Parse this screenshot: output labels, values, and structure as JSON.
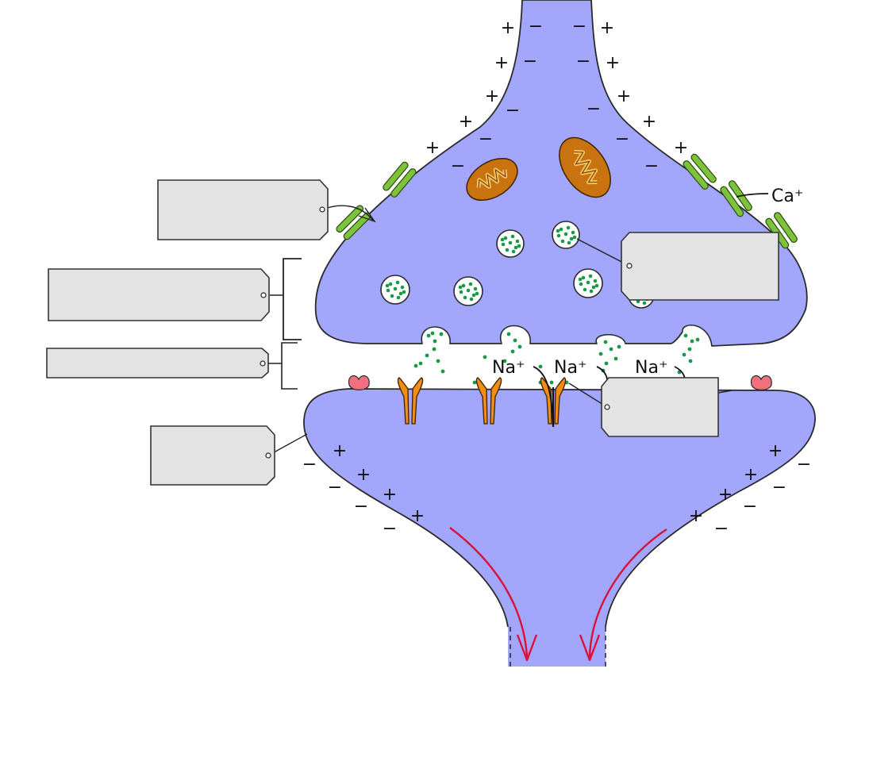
{
  "diagram": {
    "ion_labels": {
      "calcium": "Ca⁺",
      "sodium": [
        "Na⁺",
        "Na⁺",
        "Na⁺"
      ]
    },
    "signs": {
      "plus": "+",
      "minus": "−"
    },
    "label_tags": [
      {
        "id": "tag-1",
        "text": ""
      },
      {
        "id": "tag-2",
        "text": ""
      },
      {
        "id": "tag-3",
        "text": ""
      },
      {
        "id": "tag-4",
        "text": ""
      },
      {
        "id": "tag-5",
        "text": ""
      },
      {
        "id": "tag-6",
        "text": ""
      }
    ],
    "colors": {
      "neuron": "#a3a7fc",
      "outline": "#2a2a2a",
      "mitochondrion": "#c8730f",
      "cristae": "#f6c05a",
      "vesicle_dots": "#1a9a48",
      "calcium_channel": "#7dc23a",
      "receptor": "#f28c14",
      "enzyme": "#f07080",
      "impulse_arrow": "#d8133a",
      "tag": "#e3e3e3"
    }
  }
}
